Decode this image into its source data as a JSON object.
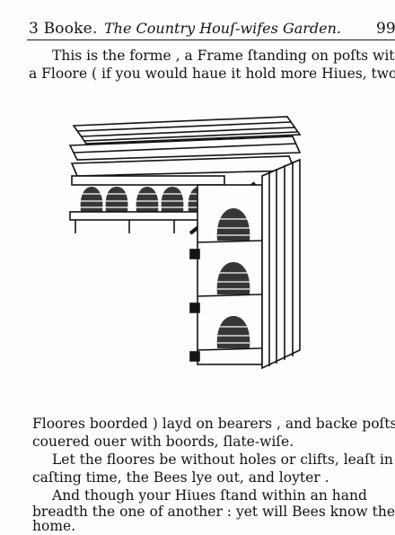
{
  "header": {
    "book": "3 Booke.",
    "title": "The Country Houſ-wifes Garden.",
    "page_number": "99"
  },
  "text_top": [
    "This is the forme , a Frame ſtanding on poſts with",
    "a Floore ( if you would haue it hold more Hiues, two"
  ],
  "text_bottom": [
    "Floores boorded ) layd on bearers , and backe poſts,",
    "couered ouer with boords, ſlate-wiſe.",
    "Let the floores be without holes or clifts, leaſt in",
    "caſting time, the Bees lye out, and loyter .",
    "And though your Hiues ſtand within an hand",
    "breadth the one of another : yet will Bees know their",
    "home."
  ],
  "figure": {
    "description_icon": "bee-frame-woodcut-icon"
  }
}
